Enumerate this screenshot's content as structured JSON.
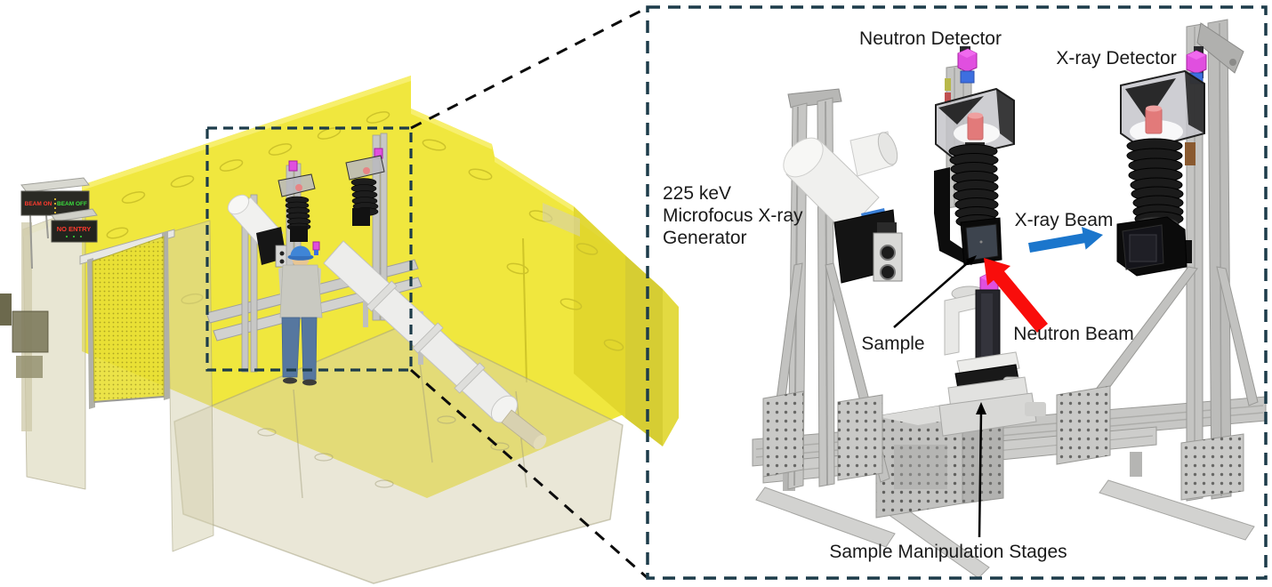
{
  "figure": {
    "overview": {
      "signs": {
        "beam_status_left": "BEAM ON",
        "beam_status_right": "BEAM OFF",
        "no_entry": "NO ENTRY"
      }
    },
    "detail_panel": {
      "labels": {
        "neutron_detector": "Neutron Detector",
        "xray_detector": "X-ray Detector",
        "generator": [
          "225 keV",
          "Microfocus X-ray",
          "Generator"
        ],
        "xray_beam": "X-ray Beam",
        "neutron_beam": "Neutron Beam",
        "sample": "Sample",
        "sample_stages": "Sample Manipulation Stages"
      }
    },
    "colors": {
      "shield_yellow": "#efe636",
      "shield_yellow_dark": "#e0d62c",
      "xray_beam_blue": "#1b76cc",
      "neutron_beam_red": "#f90d0b",
      "dashed_border": "#1d3c4a",
      "connector_black": "#0c0c0c",
      "magenta": "#e04fdf",
      "sign_red": "#ff3a2e",
      "sign_green": "#3ade3e",
      "cap_blue": "#3f85d6"
    }
  }
}
